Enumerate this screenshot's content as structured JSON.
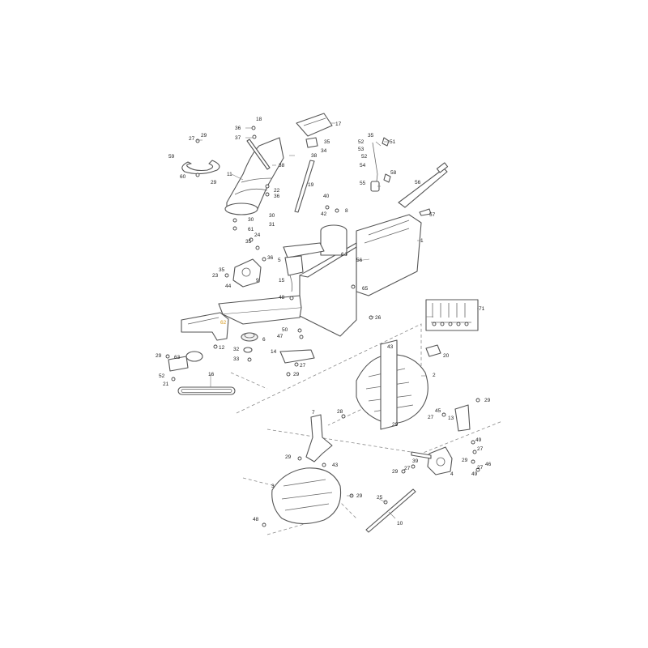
{
  "highlight_color": "#d89a1c",
  "line_color": "#555555",
  "background_color": "#ffffff",
  "part_labels": [
    {
      "id": "p18",
      "text": "18"
    },
    {
      "id": "p17",
      "text": "17"
    },
    {
      "id": "p27a",
      "text": "27"
    },
    {
      "id": "p29a",
      "text": "29"
    },
    {
      "id": "p36a",
      "text": "36"
    },
    {
      "id": "p37",
      "text": "37"
    },
    {
      "id": "p35a",
      "text": "35"
    },
    {
      "id": "p34",
      "text": "34"
    },
    {
      "id": "p35b",
      "text": "35"
    },
    {
      "id": "p52a",
      "text": "52"
    },
    {
      "id": "p51",
      "text": "51"
    },
    {
      "id": "p53",
      "text": "53"
    },
    {
      "id": "p52b",
      "text": "52"
    },
    {
      "id": "p59",
      "text": "59"
    },
    {
      "id": "p38a",
      "text": "38"
    },
    {
      "id": "p38b",
      "text": "38"
    },
    {
      "id": "p54",
      "text": "54"
    },
    {
      "id": "p11",
      "text": "11"
    },
    {
      "id": "p58",
      "text": "58"
    },
    {
      "id": "p60",
      "text": "60"
    },
    {
      "id": "p19",
      "text": "19"
    },
    {
      "id": "p55",
      "text": "55"
    },
    {
      "id": "p56a",
      "text": "56"
    },
    {
      "id": "p29b",
      "text": "29"
    },
    {
      "id": "p22",
      "text": "22"
    },
    {
      "id": "p36b",
      "text": "36"
    },
    {
      "id": "p40",
      "text": "40"
    },
    {
      "id": "p42",
      "text": "42"
    },
    {
      "id": "p8",
      "text": "8"
    },
    {
      "id": "p57",
      "text": "57"
    },
    {
      "id": "p30a",
      "text": "30"
    },
    {
      "id": "p30b",
      "text": "30"
    },
    {
      "id": "p31",
      "text": "31"
    },
    {
      "id": "p61",
      "text": "61"
    },
    {
      "id": "p24",
      "text": "24"
    },
    {
      "id": "p35c",
      "text": "35"
    },
    {
      "id": "p1",
      "text": "1"
    },
    {
      "id": "p36c",
      "text": "36"
    },
    {
      "id": "p5",
      "text": "5"
    },
    {
      "id": "p64",
      "text": "64"
    },
    {
      "id": "p56b",
      "text": "56"
    },
    {
      "id": "p35d",
      "text": "35"
    },
    {
      "id": "p23",
      "text": "23"
    },
    {
      "id": "p44",
      "text": "44"
    },
    {
      "id": "p9",
      "text": "9"
    },
    {
      "id": "p15",
      "text": "15"
    },
    {
      "id": "p65",
      "text": "65"
    },
    {
      "id": "p48a",
      "text": "48"
    },
    {
      "id": "p71",
      "text": "71"
    },
    {
      "id": "p26",
      "text": "26"
    },
    {
      "id": "p62",
      "text": "62"
    },
    {
      "id": "p50",
      "text": "50"
    },
    {
      "id": "p47",
      "text": "47"
    },
    {
      "id": "p6",
      "text": "6"
    },
    {
      "id": "p12",
      "text": "12"
    },
    {
      "id": "p43a",
      "text": "43"
    },
    {
      "id": "p32",
      "text": "32"
    },
    {
      "id": "p20",
      "text": "20"
    },
    {
      "id": "p14",
      "text": "14"
    },
    {
      "id": "p29c",
      "text": "29"
    },
    {
      "id": "p63",
      "text": "63"
    },
    {
      "id": "p33",
      "text": "33"
    },
    {
      "id": "p27b",
      "text": "27"
    },
    {
      "id": "p2",
      "text": "2"
    },
    {
      "id": "p29d",
      "text": "29"
    },
    {
      "id": "p52c",
      "text": "52"
    },
    {
      "id": "p16",
      "text": "16"
    },
    {
      "id": "p21",
      "text": "21"
    },
    {
      "id": "p29e",
      "text": "29"
    },
    {
      "id": "p7",
      "text": "7"
    },
    {
      "id": "p28",
      "text": "28"
    },
    {
      "id": "p45",
      "text": "45"
    },
    {
      "id": "p27c",
      "text": "27"
    },
    {
      "id": "p13",
      "text": "13"
    },
    {
      "id": "p29f",
      "text": "29"
    },
    {
      "id": "p49a",
      "text": "49"
    },
    {
      "id": "p27d",
      "text": "27"
    },
    {
      "id": "p29g",
      "text": "29"
    },
    {
      "id": "p43b",
      "text": "43"
    },
    {
      "id": "p39",
      "text": "39"
    },
    {
      "id": "p27e",
      "text": "27"
    },
    {
      "id": "p29h",
      "text": "29"
    },
    {
      "id": "p4",
      "text": "4"
    },
    {
      "id": "p29i",
      "text": "29"
    },
    {
      "id": "p27f",
      "text": "27"
    },
    {
      "id": "p46",
      "text": "46"
    },
    {
      "id": "p49b",
      "text": "49"
    },
    {
      "id": "p3",
      "text": "3"
    },
    {
      "id": "p29j",
      "text": "29"
    },
    {
      "id": "p25",
      "text": "25"
    },
    {
      "id": "p10",
      "text": "10"
    },
    {
      "id": "p48b",
      "text": "48"
    }
  ]
}
